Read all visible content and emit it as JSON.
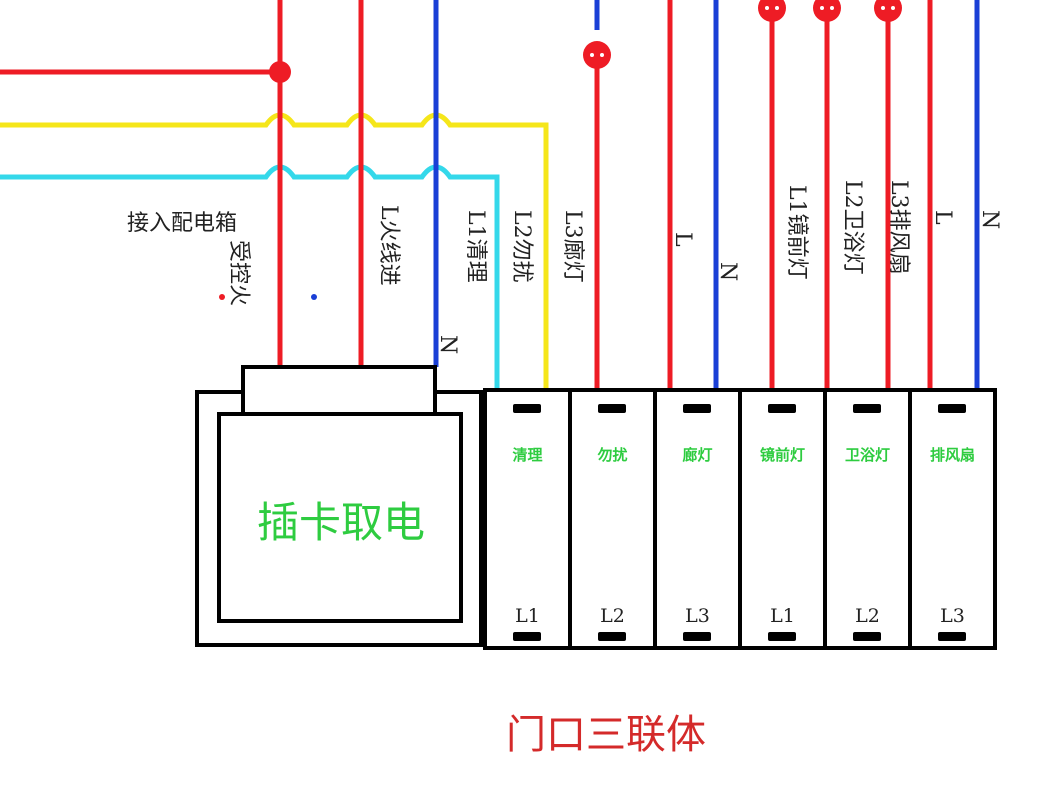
{
  "colors": {
    "live": "#ee1c25",
    "neutral": "#1a3fd6",
    "l2_wire": "#f5e61a",
    "l1_wire": "#34d8ea",
    "switch_text": "#2ecc40",
    "footer_text": "#d42a2a",
    "outline": "#000000"
  },
  "left_labels": {
    "distribution_box": "接入配电箱",
    "controlled_live": "受控火"
  },
  "wire_labels": {
    "live_in": "L火线进",
    "neutral_left": "N",
    "l1_clean": "L1清理",
    "l2_dnd": "L2勿扰",
    "l3_corridor": "L3廊灯",
    "l_mid": "L",
    "n_mid": "N",
    "l1_mirror": "L1镜前灯",
    "l2_bath": "L2卫浴灯",
    "l3_fan": "L3排风扇",
    "l_right": "L",
    "n_right": "N"
  },
  "card_switch": {
    "label": "插卡取电"
  },
  "switches": [
    {
      "name": "清理",
      "gang": "L1"
    },
    {
      "name": "勿扰",
      "gang": "L2"
    },
    {
      "name": "廊灯",
      "gang": "L3"
    },
    {
      "name": "镜前灯",
      "gang": "L1"
    },
    {
      "name": "卫浴灯",
      "gang": "L2"
    },
    {
      "name": "排风扇",
      "gang": "L3"
    }
  ],
  "footer": {
    "title": "门口三联体"
  }
}
